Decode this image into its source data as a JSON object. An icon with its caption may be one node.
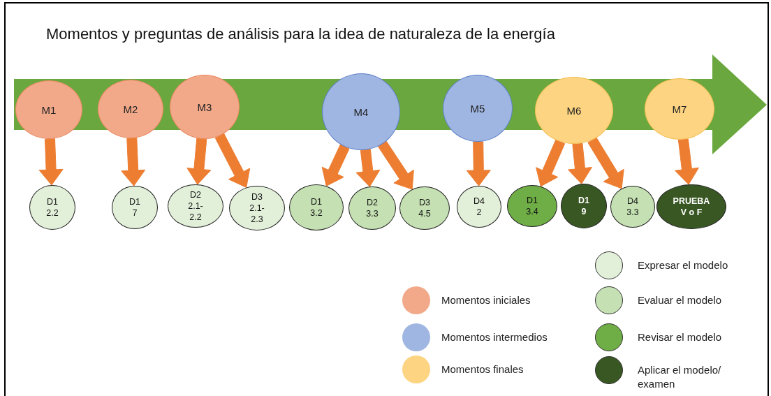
{
  "diagram": {
    "title": "Momentos y preguntas de análisis para la idea de naturaleza de la energía",
    "nodes": [
      {
        "text": [
          "M1"
        ]
      },
      {
        "text": [
          "M2"
        ]
      },
      {
        "text": [
          "M3"
        ]
      },
      {
        "text": [
          "M4"
        ]
      },
      {
        "text": [
          "M5"
        ]
      },
      {
        "text": [
          "M6"
        ]
      },
      {
        "text": [
          "M7"
        ]
      },
      {
        "text": [
          "D1 2.2"
        ]
      },
      {
        "text": [
          "D1 7"
        ]
      },
      {
        "text": [
          "D2 2.1- 2.2"
        ]
      },
      {
        "text": [
          "D3 2.1- 2.3"
        ]
      },
      {
        "text": [
          "D1 3.2"
        ]
      },
      {
        "text": [
          "D2 3.3"
        ]
      },
      {
        "text": [
          "D3 4.5"
        ]
      },
      {
        "text": [
          "D4 2"
        ]
      },
      {
        "text": [
          "D1 3.4"
        ]
      },
      {
        "text": [
          "D1 9"
        ]
      },
      {
        "text": [
          "D4 3.3"
        ]
      },
      {
        "text": [
          "PRUEBA V o F"
        ]
      }
    ],
    "edges": [
      {
        "from": 0,
        "to": 7,
        "arrow": "to"
      },
      {
        "from": 1,
        "to": 8,
        "arrow": "to"
      },
      {
        "from": 2,
        "to": 9,
        "arrow": "to"
      },
      {
        "from": 2,
        "to": 10,
        "arrow": "to"
      },
      {
        "from": 3,
        "to": 11,
        "arrow": "to"
      },
      {
        "from": 3,
        "to": 12,
        "arrow": "to"
      },
      {
        "from": 3,
        "to": 13,
        "arrow": "to"
      },
      {
        "from": 4,
        "to": 14,
        "arrow": "to"
      },
      {
        "from": 5,
        "to": 15,
        "arrow": "to"
      },
      {
        "from": 5,
        "to": 16,
        "arrow": "to"
      },
      {
        "from": 5,
        "to": 17,
        "arrow": "to"
      },
      {
        "from": 6,
        "to": 18,
        "arrow": "to"
      }
    ],
    "legend": [
      {
        "text": "Momentos iniciales",
        "color": "#f2a98a"
      },
      {
        "text": "Momentos intermedios",
        "color": "#9fb5e2"
      },
      {
        "text": "Momentos finales",
        "color": "#fdd481"
      },
      {
        "text": "Expresar el modelo",
        "color": "#e2efd9"
      },
      {
        "text": "Evaluar el modelo",
        "color": "#c5e0b3"
      },
      {
        "text": "Revisar el modelo",
        "color": "#6fad46"
      },
      {
        "text": "Aplicar el modelo/ examen",
        "color": "#385723"
      }
    ]
  }
}
